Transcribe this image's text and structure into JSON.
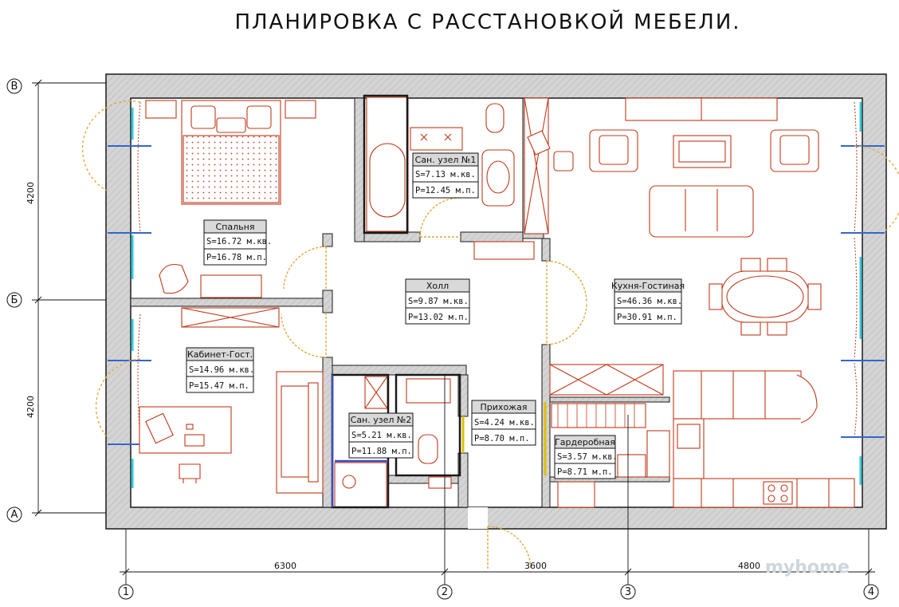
{
  "title": "ПЛАНИРОВКА С РАССТАНОВКОЙ МЕБЕЛИ.",
  "watermark": "myhome",
  "colors": {
    "wall_fill": "#cfcfcf",
    "wall_line": "#1a1a1a",
    "furniture": "#c0391b",
    "door_arc": "#e0a93a",
    "window": "#39c6d9",
    "label_head_bg": "#d9d9d9"
  },
  "axes": {
    "rows": [
      "В",
      "Б",
      "А"
    ],
    "cols": [
      "1",
      "2",
      "3",
      "4"
    ]
  },
  "dimensions": {
    "horizontal": [
      "6300",
      "3600",
      "4800"
    ],
    "vertical": [
      "4200",
      "4200"
    ]
  },
  "rooms": [
    {
      "name": "Спальня",
      "area": "S=16.72 м.кв.",
      "perimeter": "P=16.78 м.п."
    },
    {
      "name": "Сан. узел №1",
      "area": "S=7.13 м.кв.",
      "perimeter": "P=12.45 м.п."
    },
    {
      "name": "Холл",
      "area": "S=9.87 м.кв.",
      "perimeter": "P=13.02 м.п."
    },
    {
      "name": "Кухня-Гостиная",
      "area": "S=46.36 м.кв.",
      "perimeter": "P=30.91 м.п."
    },
    {
      "name": "Кабинет-Гост.",
      "area": "S=14.96 м.кв.",
      "perimeter": "P=15.47 м.п."
    },
    {
      "name": "Сан. узел №2",
      "area": "S=5.21 м.кв.",
      "perimeter": "P=11.88 м.п."
    },
    {
      "name": "Прихожая",
      "area": "S=4.24 м.кв.",
      "perimeter": "P=8.70 м.п."
    },
    {
      "name": "Гардеробная",
      "area": "S=3.57 м.кв.",
      "perimeter": "P=8.71 м.п."
    }
  ]
}
